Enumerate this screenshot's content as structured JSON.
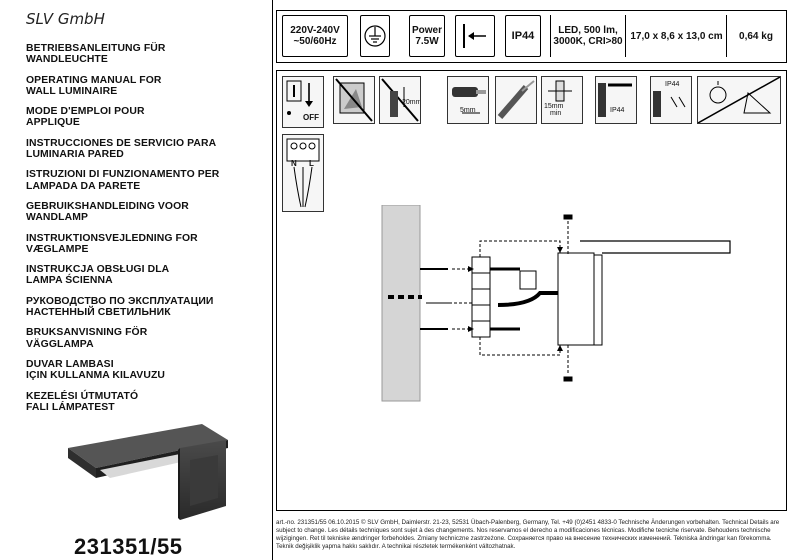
{
  "brand": "SLV GmbH",
  "languages": [
    [
      "BETRIEBSANLEITUNG FÜR",
      "WANDLEUCHTE"
    ],
    [
      "OPERATING MANUAL FOR",
      "WALL LUMINAIRE"
    ],
    [
      "MODE D'EMPLOI POUR",
      "APPLIQUE"
    ],
    [
      "INSTRUCCIONES DE SERVICIO PARA",
      "LUMINARIA PARED"
    ],
    [
      "ISTRUZIONI DI FUNZIONAMENTO PER",
      "LAMPADA DA PARETE"
    ],
    [
      "GEBRUIKSHANDLEIDING VOOR",
      "WANDLAMP"
    ],
    [
      "INSTRUKTIONSVEJLEDNING FOR",
      "VÆGLAMPE"
    ],
    [
      "INSTRUKCJA OBSŁUGI DLA",
      "LAMPA ŚCIENNA"
    ],
    [
      "РУКОВОДСТВО ПО ЭКСПЛУАТАЦИИ",
      "НАСТЕННЫЙ СВЕТИЛЬНИК"
    ],
    [
      "BRUKSANVISNING FÖR",
      "VÄGGLAMPA"
    ],
    [
      "DUVAR LAMBASI",
      "IÇIN KULLANMA KILAVUZU"
    ],
    [
      "KEZELÉSI ÚTMUTATÓ",
      "FALI LÁMPATEST"
    ]
  ],
  "article_number": "231351/55",
  "specs": {
    "voltage_line1": "220V-240V",
    "voltage_line2": "~50/60Hz",
    "power_line1": "Power",
    "power_line2": "7.5W",
    "ip": "IP44",
    "led_line1": "LED, 500 lm,",
    "led_line2": "3000K, CRI>80",
    "dimensions": "17,0 x 8,6 x 13,0 cm",
    "weight": "0,64 kg"
  },
  "icon_labels": {
    "off": "OFF",
    "strip_20mm": "20mm",
    "strip_5mm": "5mm",
    "min_15mm_a": "15mm",
    "min_15mm_b": "min",
    "ip44_a": "IP44",
    "ip44_b": "IP44",
    "terminal_n": "N",
    "terminal_l": "L"
  },
  "footer": "art.-no. 231351/55    06.10.2015 © SLV GmbH, Daimlerstr. 21-23, 52531 Übach-Palenberg, Germany, Tel. +49 (0)2451 4833-0    Technische Änderungen vorbehalten. Technical Details are subject to change. Les détails techniques sont sujet à des changements. Nos reservamos el derecho a modificaciones técnicas. Modifiche tecniche riservate. Behoudens technische wijzigingen. Ret til tekniske ændringer forbeholdes. Zmiany techniczne zastrzeżone. Сохраняется право на внесение технических изменений. Tekniska ändringar kan förekomma. Teknik değişiklik yapma hakkı saklıdır. A technikai részletek termékenként változhatnak."
}
